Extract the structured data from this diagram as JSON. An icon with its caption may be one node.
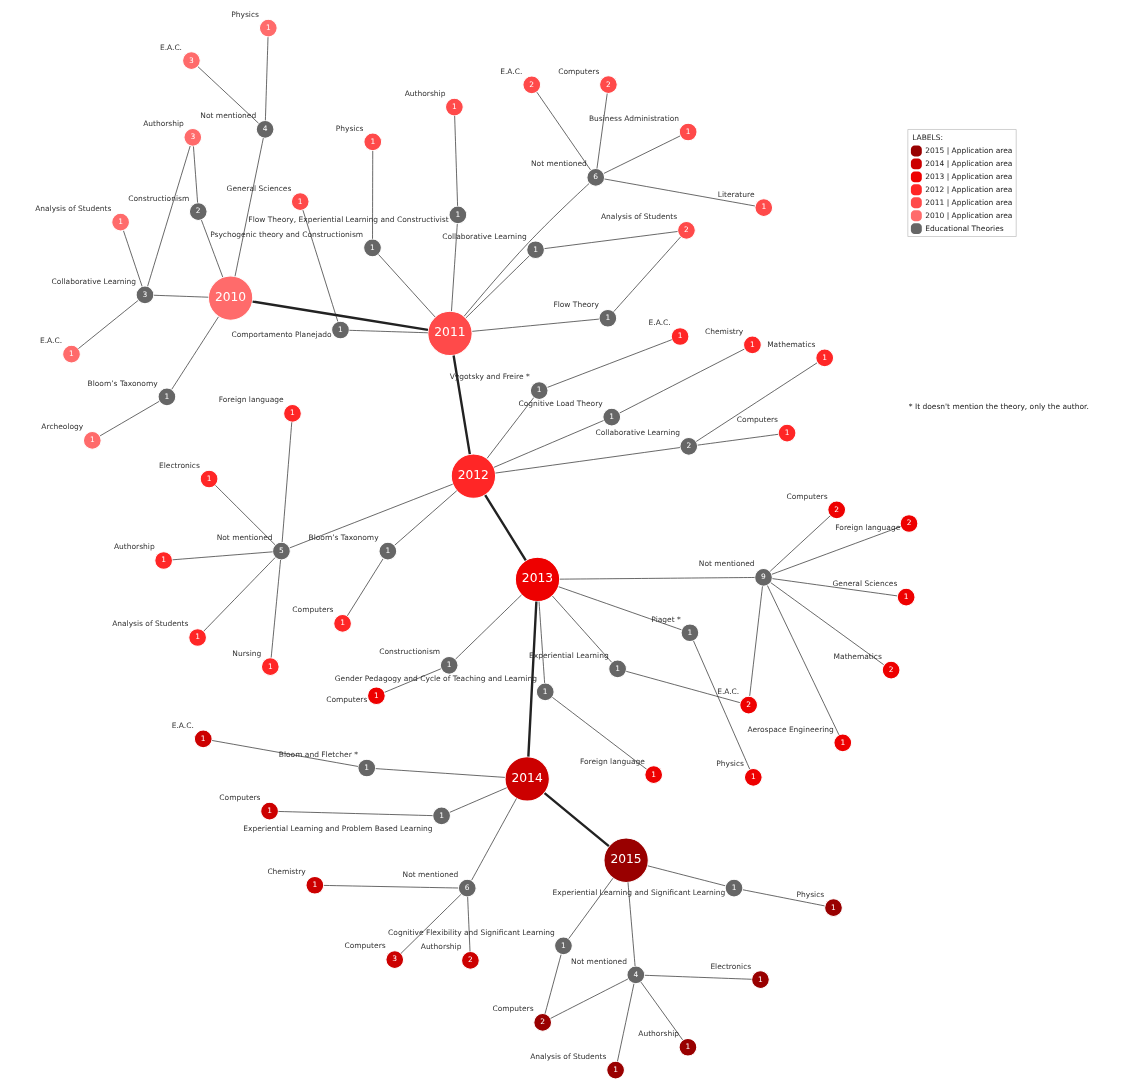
{
  "diagram": {
    "nodes": [
      {
        "text": [
          "2015"
        ]
      },
      {
        "text": [
          "2014"
        ]
      },
      {
        "text": [
          "2013"
        ]
      },
      {
        "text": [
          "2012"
        ]
      },
      {
        "text": [
          "2011"
        ]
      },
      {
        "text": [
          "2010"
        ]
      },
      {
        "text": [
          "4"
        ],
        "beside": [
          "Not mentioned"
        ]
      },
      {
        "text": [
          "1"
        ],
        "beside": [
          "Electronics"
        ]
      },
      {
        "text": [
          "1"
        ],
        "beside": [
          "Analysis of Students"
        ]
      },
      {
        "text": [
          "1"
        ],
        "beside": [
          "Authorship"
        ]
      },
      {
        "text": [
          "2"
        ],
        "beside": [
          "Computers"
        ]
      },
      {
        "text": [
          "1"
        ],
        "beside": [
          "Cognitive Flexibility and Significant Learning"
        ]
      },
      {
        "text": [
          "1"
        ],
        "beside": [
          "Experiential Learning and Significant Learning"
        ]
      },
      {
        "text": [
          "1"
        ],
        "beside": [
          "Physics"
        ]
      },
      {
        "text": [
          "6"
        ],
        "beside": [
          "Not mentioned"
        ]
      },
      {
        "text": [
          "3"
        ],
        "beside": [
          "Computers"
        ]
      },
      {
        "text": [
          "2"
        ],
        "beside": [
          "Authorship"
        ]
      },
      {
        "text": [
          "1"
        ],
        "beside": [
          "Chemistry"
        ]
      },
      {
        "text": [
          "1"
        ],
        "beside": [
          "Bloom and Fletcher *"
        ]
      },
      {
        "text": [
          "1"
        ],
        "beside": [
          "E.A.C."
        ]
      },
      {
        "text": [
          "1"
        ],
        "beside": [
          "Experiential Learning and Problem Based Learning"
        ]
      },
      {
        "text": [
          "1"
        ],
        "beside": [
          "Computers"
        ]
      },
      {
        "text": [
          "9"
        ],
        "beside": [
          "Not mentioned"
        ]
      },
      {
        "text": [
          "1"
        ],
        "beside": [
          "General Sciences"
        ]
      },
      {
        "text": [
          "2"
        ],
        "beside": [
          "Foreign language"
        ]
      },
      {
        "text": [
          "1"
        ],
        "beside": [
          "Aerospace Engineering"
        ]
      },
      {
        "text": [
          "2"
        ],
        "beside": [
          "Mathematics"
        ]
      },
      {
        "text": [
          "2"
        ],
        "beside": [
          "Computers"
        ]
      },
      {
        "text": [
          "2"
        ],
        "beside": [
          "E.A.C."
        ]
      },
      {
        "text": [
          "1"
        ],
        "beside": [
          "Experiential Learning"
        ]
      },
      {
        "text": [
          "1"
        ],
        "beside": [
          "Gender Pedagogy and Cycle of Teaching and Learning"
        ]
      },
      {
        "text": [
          "1"
        ],
        "beside": [
          "Foreign language"
        ]
      },
      {
        "text": [
          "1"
        ],
        "beside": [
          "Constructionism"
        ]
      },
      {
        "text": [
          "1"
        ],
        "beside": [
          "Computers"
        ]
      },
      {
        "text": [
          "1"
        ],
        "beside": [
          "Piaget *"
        ]
      },
      {
        "text": [
          "1"
        ],
        "beside": [
          "Physics"
        ]
      },
      {
        "text": [
          "5"
        ],
        "beside": [
          "Not mentioned"
        ]
      },
      {
        "text": [
          "1"
        ],
        "beside": [
          "Foreign language"
        ]
      },
      {
        "text": [
          "1"
        ],
        "beside": [
          "Analysis of Students"
        ]
      },
      {
        "text": [
          "1"
        ],
        "beside": [
          "Nursing"
        ]
      },
      {
        "text": [
          "1"
        ],
        "beside": [
          "Electronics"
        ]
      },
      {
        "text": [
          "1"
        ],
        "beside": [
          "Authorship"
        ]
      },
      {
        "text": [
          "1"
        ],
        "beside": [
          "Vygotsky and Freire *"
        ]
      },
      {
        "text": [
          "1"
        ],
        "beside": [
          "E.A.C."
        ]
      },
      {
        "text": [
          "2"
        ],
        "beside": [
          "Collaborative Learning"
        ]
      },
      {
        "text": [
          "1"
        ],
        "beside": [
          "Computers"
        ]
      },
      {
        "text": [
          "1"
        ],
        "beside": [
          "Mathematics"
        ]
      },
      {
        "text": [
          "1"
        ],
        "beside": [
          "Cognitive Load Theory"
        ]
      },
      {
        "text": [
          "1"
        ],
        "beside": [
          "Chemistry"
        ]
      },
      {
        "text": [
          "1"
        ],
        "beside": [
          "Bloom’s Taxonomy"
        ]
      },
      {
        "text": [
          "1"
        ],
        "beside": [
          "Computers"
        ]
      },
      {
        "text": [
          "6"
        ],
        "beside": [
          "Not mentioned"
        ]
      },
      {
        "text": [
          "2"
        ],
        "beside": [
          "Computers"
        ]
      },
      {
        "text": [
          "2"
        ],
        "beside": [
          "E.A.C."
        ]
      },
      {
        "text": [
          "1"
        ],
        "beside": [
          "Business Administration"
        ]
      },
      {
        "text": [
          "1"
        ],
        "beside": [
          "Literature"
        ]
      },
      {
        "text": [
          "1"
        ],
        "beside": [
          "Comportamento Planejado"
        ]
      },
      {
        "text": [
          "1"
        ],
        "beside": [
          "General Sciences"
        ]
      },
      {
        "text": [
          "1"
        ],
        "beside": [
          "Flow Theory, Experiential Learning and Constructivist"
        ]
      },
      {
        "text": [
          "1"
        ],
        "beside": [
          "Authorship"
        ]
      },
      {
        "text": [
          "1"
        ],
        "beside": [
          "Psychogenic theory and Constructionism"
        ]
      },
      {
        "text": [
          "1"
        ],
        "beside": [
          "Physics"
        ]
      },
      {
        "text": [
          "1"
        ],
        "beside": [
          "Collaborative Learning"
        ]
      },
      {
        "text": [
          "2"
        ],
        "beside": [
          "Analysis of Students"
        ]
      },
      {
        "text": [
          "1"
        ],
        "beside": [
          "Flow Theory"
        ]
      },
      {
        "text": [
          "4"
        ],
        "beside": [
          "Not mentioned"
        ]
      },
      {
        "text": [
          "3"
        ],
        "beside": [
          "E.A.C."
        ]
      },
      {
        "text": [
          "1"
        ],
        "beside": [
          "Physics"
        ]
      },
      {
        "text": [
          "3"
        ],
        "beside": [
          "Collaborative Learning"
        ]
      },
      {
        "text": [
          "1"
        ],
        "beside": [
          "Analysis of Students"
        ]
      },
      {
        "text": [
          "1"
        ],
        "beside": [
          "E.A.C."
        ]
      },
      {
        "text": [
          "3"
        ],
        "beside": [
          "Authorship"
        ]
      },
      {
        "text": [
          "2"
        ],
        "beside": [
          "Constructionism"
        ]
      },
      {
        "text": [
          "1"
        ],
        "beside": [
          "Bloom’s Taxonomy"
        ]
      },
      {
        "text": [
          "1"
        ],
        "beside": [
          "Archeology"
        ]
      }
    ],
    "edges": [
      {
        "from": 0,
        "to": 1,
        "arrow": "none",
        "style": "thick"
      },
      {
        "from": 1,
        "to": 2,
        "arrow": "none",
        "style": "thick"
      },
      {
        "from": 2,
        "to": 3,
        "arrow": "none",
        "style": "thick"
      },
      {
        "from": 3,
        "to": 4,
        "arrow": "none",
        "style": "thick"
      },
      {
        "from": 4,
        "to": 5,
        "arrow": "none",
        "style": "thick"
      },
      {
        "from": 0,
        "to": 6,
        "arrow": "none"
      },
      {
        "from": 6,
        "to": 7,
        "arrow": "none"
      },
      {
        "from": 6,
        "to": 8,
        "arrow": "none"
      },
      {
        "from": 6,
        "to": 9,
        "arrow": "none"
      },
      {
        "from": 6,
        "to": 10,
        "arrow": "none"
      },
      {
        "from": 0,
        "to": 11,
        "arrow": "none"
      },
      {
        "from": 11,
        "to": 10,
        "arrow": "none"
      },
      {
        "from": 0,
        "to": 12,
        "arrow": "none"
      },
      {
        "from": 12,
        "to": 13,
        "arrow": "none"
      },
      {
        "from": 1,
        "to": 14,
        "arrow": "none"
      },
      {
        "from": 14,
        "to": 15,
        "arrow": "none"
      },
      {
        "from": 14,
        "to": 16,
        "arrow": "none"
      },
      {
        "from": 14,
        "to": 17,
        "arrow": "none"
      },
      {
        "from": 1,
        "to": 18,
        "arrow": "none"
      },
      {
        "from": 18,
        "to": 19,
        "arrow": "none"
      },
      {
        "from": 1,
        "to": 20,
        "arrow": "none"
      },
      {
        "from": 20,
        "to": 21,
        "arrow": "none"
      },
      {
        "from": 2,
        "to": 22,
        "arrow": "none"
      },
      {
        "from": 22,
        "to": 23,
        "arrow": "none"
      },
      {
        "from": 22,
        "to": 24,
        "arrow": "none"
      },
      {
        "from": 22,
        "to": 25,
        "arrow": "none"
      },
      {
        "from": 22,
        "to": 26,
        "arrow": "none"
      },
      {
        "from": 22,
        "to": 27,
        "arrow": "none"
      },
      {
        "from": 22,
        "to": 28,
        "arrow": "none"
      },
      {
        "from": 2,
        "to": 29,
        "arrow": "none"
      },
      {
        "from": 29,
        "to": 28,
        "arrow": "none"
      },
      {
        "from": 2,
        "to": 30,
        "arrow": "none"
      },
      {
        "from": 30,
        "to": 31,
        "arrow": "none"
      },
      {
        "from": 2,
        "to": 32,
        "arrow": "none"
      },
      {
        "from": 32,
        "to": 33,
        "arrow": "none"
      },
      {
        "from": 2,
        "to": 34,
        "arrow": "none"
      },
      {
        "from": 34,
        "to": 35,
        "arrow": "none"
      },
      {
        "from": 3,
        "to": 36,
        "arrow": "none"
      },
      {
        "from": 36,
        "to": 37,
        "arrow": "none"
      },
      {
        "from": 36,
        "to": 38,
        "arrow": "none"
      },
      {
        "from": 36,
        "to": 39,
        "arrow": "none"
      },
      {
        "from": 36,
        "to": 40,
        "arrow": "none"
      },
      {
        "from": 36,
        "to": 41,
        "arrow": "none"
      },
      {
        "from": 3,
        "to": 42,
        "arrow": "none"
      },
      {
        "from": 42,
        "to": 43,
        "arrow": "none"
      },
      {
        "from": 3,
        "to": 44,
        "arrow": "none"
      },
      {
        "from": 44,
        "to": 45,
        "arrow": "none"
      },
      {
        "from": 44,
        "to": 46,
        "arrow": "none"
      },
      {
        "from": 3,
        "to": 47,
        "arrow": "none"
      },
      {
        "from": 47,
        "to": 48,
        "arrow": "none"
      },
      {
        "from": 3,
        "to": 49,
        "arrow": "none"
      },
      {
        "from": 49,
        "to": 50,
        "arrow": "none"
      },
      {
        "from": 4,
        "to": 51,
        "arrow": "none"
      },
      {
        "from": 51,
        "to": 52,
        "arrow": "none"
      },
      {
        "from": 51,
        "to": 53,
        "arrow": "none"
      },
      {
        "from": 51,
        "to": 54,
        "arrow": "none"
      },
      {
        "from": 51,
        "to": 55,
        "arrow": "none"
      },
      {
        "from": 4,
        "to": 56,
        "arrow": "none"
      },
      {
        "from": 56,
        "to": 57,
        "arrow": "none"
      },
      {
        "from": 4,
        "to": 58,
        "arrow": "none"
      },
      {
        "from": 58,
        "to": 59,
        "arrow": "none"
      },
      {
        "from": 4,
        "to": 60,
        "arrow": "none"
      },
      {
        "from": 60,
        "to": 61,
        "arrow": "none"
      },
      {
        "from": 4,
        "to": 62,
        "arrow": "none"
      },
      {
        "from": 62,
        "to": 63,
        "arrow": "none"
      },
      {
        "from": 4,
        "to": 64,
        "arrow": "none"
      },
      {
        "from": 64,
        "to": 63,
        "arrow": "none"
      },
      {
        "from": 5,
        "to": 65,
        "arrow": "none"
      },
      {
        "from": 65,
        "to": 66,
        "arrow": "none"
      },
      {
        "from": 65,
        "to": 67,
        "arrow": "none"
      },
      {
        "from": 5,
        "to": 68,
        "arrow": "none"
      },
      {
        "from": 68,
        "to": 69,
        "arrow": "none"
      },
      {
        "from": 68,
        "to": 70,
        "arrow": "none"
      },
      {
        "from": 68,
        "to": 71,
        "arrow": "none"
      },
      {
        "from": 5,
        "to": 72,
        "arrow": "none"
      },
      {
        "from": 71,
        "to": 72,
        "arrow": "none"
      },
      {
        "from": 5,
        "to": 73,
        "arrow": "none"
      },
      {
        "from": 73,
        "to": 74,
        "arrow": "none"
      }
    ],
    "labels": [
      "LABELS:",
      "* It doesn't mention the theory, only the author."
    ],
    "legend": [
      {
        "text": "2015 | Application area",
        "color": "#990000"
      },
      {
        "text": "2014 | Application area",
        "color": "#cc0000"
      },
      {
        "text": "2013 | Application area",
        "color": "#ee0000"
      },
      {
        "text": "2012 | Application area",
        "color": "#ff2626"
      },
      {
        "text": "2011 | Application area",
        "color": "#ff4a4a"
      },
      {
        "text": "2010 | Application area",
        "color": "#ff6b6b"
      },
      {
        "text": "Educational Theories",
        "color": "#666666"
      }
    ]
  }
}
